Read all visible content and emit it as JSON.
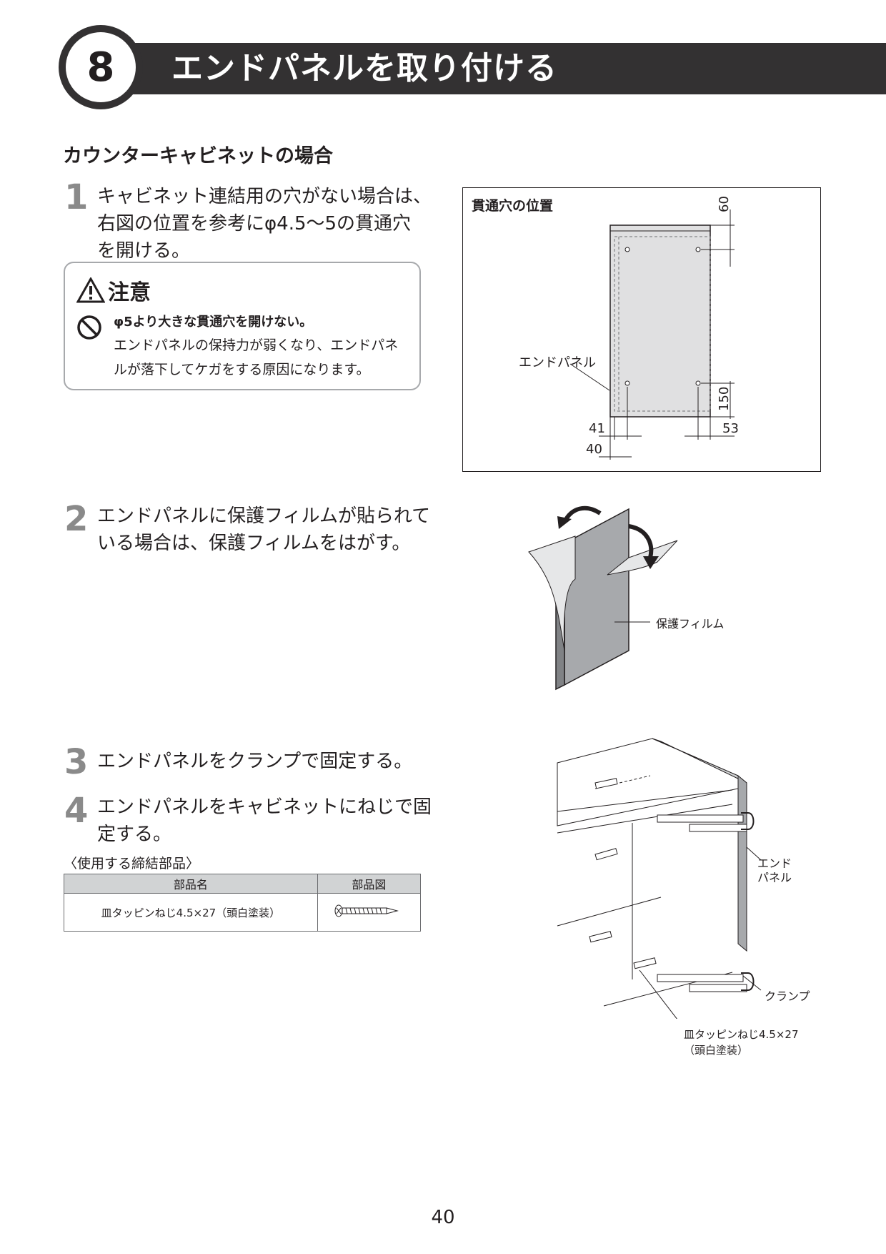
{
  "header": {
    "step_number": "8",
    "title": "エンドパネルを取り付ける"
  },
  "section_title": "カウンターキャビネットの場合",
  "steps": [
    {
      "num": "1",
      "lines": [
        "キャビネット連結用の穴がない場合は、",
        "右図の位置を参考にφ4.5〜5の貫通穴",
        "を開ける。"
      ]
    },
    {
      "num": "2",
      "lines": [
        "エンドパネルに保護フィルムが貼られて",
        "いる場合は、保護フィルムをはがす。"
      ]
    },
    {
      "num": "3",
      "lines": [
        "エンドパネルをクランプで固定する。"
      ]
    },
    {
      "num": "4",
      "lines": [
        "エンドパネルをキャビネットにねじで固",
        "定する。"
      ]
    }
  ],
  "caution": {
    "title": "注意",
    "bold": "φ5より大きな貫通穴を開けない。",
    "lines": [
      "エンドパネルの保持力が弱くなり、エンドパネ",
      "ルが落下してケガをする原因になります。"
    ]
  },
  "figure1": {
    "title": "貫通穴の位置",
    "label_panel": "エンドパネル",
    "dim_60": "60",
    "dim_150": "150",
    "dim_41": "41",
    "dim_40": "40",
    "dim_53": "53"
  },
  "figure2": {
    "label_film": "保護フィルム"
  },
  "figure3": {
    "label_end_panel_1": "エンド",
    "label_end_panel_2": "パネル",
    "label_clamp": "クランプ",
    "label_screw_1": "皿タッピンねじ4.5×27",
    "label_screw_2": "（頭白塗装）"
  },
  "parts_table": {
    "caption": "〈使用する締結部品〉",
    "headers": [
      "部品名",
      "部品図"
    ],
    "rows": [
      {
        "name": "皿タッピンねじ4.5×27（頭白塗装）"
      }
    ]
  },
  "page_number": "40",
  "colors": {
    "header_bg": "#333132",
    "step_num": "#8a8a8a",
    "table_header": "#d1d3d4"
  }
}
